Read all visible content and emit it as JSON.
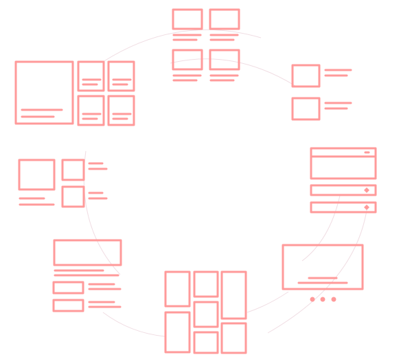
{
  "colors": {
    "wireframe": "#ff9a9a",
    "connector_arc": "#f0dde3",
    "background": "#ffffff"
  },
  "layouts": [
    {
      "name": "card-grid-2x2"
    },
    {
      "name": "media-list"
    },
    {
      "name": "form-panels"
    },
    {
      "name": "carousel"
    },
    {
      "name": "masonry"
    },
    {
      "name": "article-list"
    },
    {
      "name": "thumbnail-list"
    },
    {
      "name": "hero-with-grid"
    }
  ]
}
